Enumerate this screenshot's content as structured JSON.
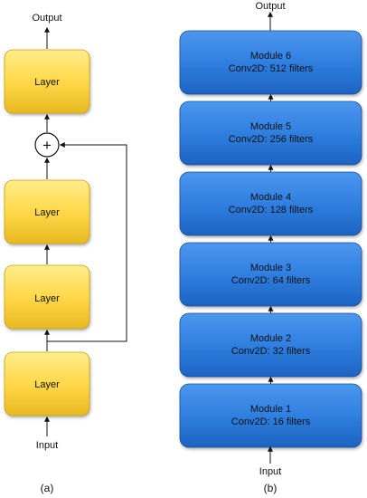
{
  "diagram_a": {
    "output_label": "Output",
    "input_label": "Input",
    "sum_symbol": "+",
    "layers": [
      "Layer",
      "Layer",
      "Layer",
      "Layer"
    ],
    "caption": "(a)",
    "layer_color": "#FFD84A"
  },
  "diagram_b": {
    "output_label": "Output",
    "input_label": "Input",
    "caption": "(b)",
    "module_color": "#2F7FE0",
    "modules": [
      {
        "name": "Module 6",
        "detail": "Conv2D: 512 filters"
      },
      {
        "name": "Module 5",
        "detail": "Conv2D: 256 filters"
      },
      {
        "name": "Module 4",
        "detail": "Conv2D: 128 filters"
      },
      {
        "name": "Module 3",
        "detail": "Conv2D: 64 filters"
      },
      {
        "name": "Module 2",
        "detail": "Conv2D: 32 filters"
      },
      {
        "name": "Module 1",
        "detail": "Conv2D: 16 filters"
      }
    ]
  }
}
